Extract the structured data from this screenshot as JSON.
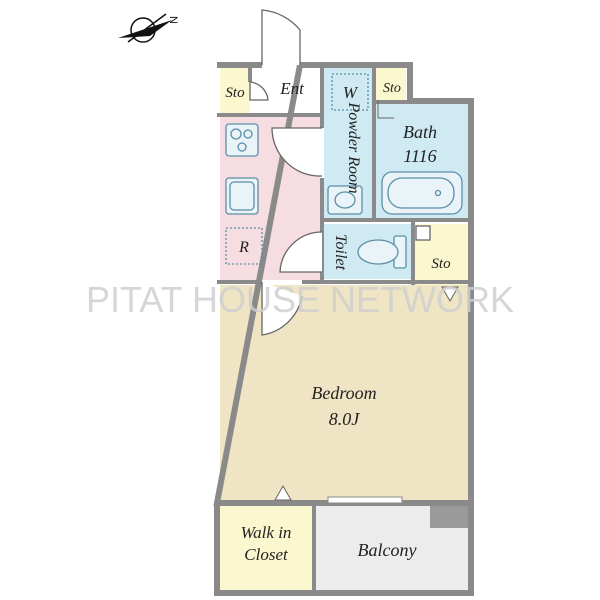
{
  "compass": {
    "label": "N"
  },
  "rooms": {
    "entrance": "Ent",
    "storage_entrance": "Sto",
    "washer": "W",
    "powder_room": "Powder Room",
    "storage_top": "Sto",
    "bath_name": "Bath",
    "bath_size": "1116",
    "refrigerator": "R",
    "toilet": "Toilet",
    "storage_side": "Sto",
    "bedroom_name": "Bedroom",
    "bedroom_size": "8.0J",
    "closet_line1": "Walk in",
    "closet_line2": "Closet",
    "balcony": "Balcony"
  },
  "watermark": "PITAT HOUSE NETWORK",
  "colors": {
    "wall": "#8a8a8a",
    "kitchen_floor": "#f6dde2",
    "wet_area": "#cfeaf3",
    "storage": "#fbf7cf",
    "bedroom": "#efe4c4",
    "balcony": "#ececec",
    "fixture_stroke": "#5a8fa8"
  }
}
